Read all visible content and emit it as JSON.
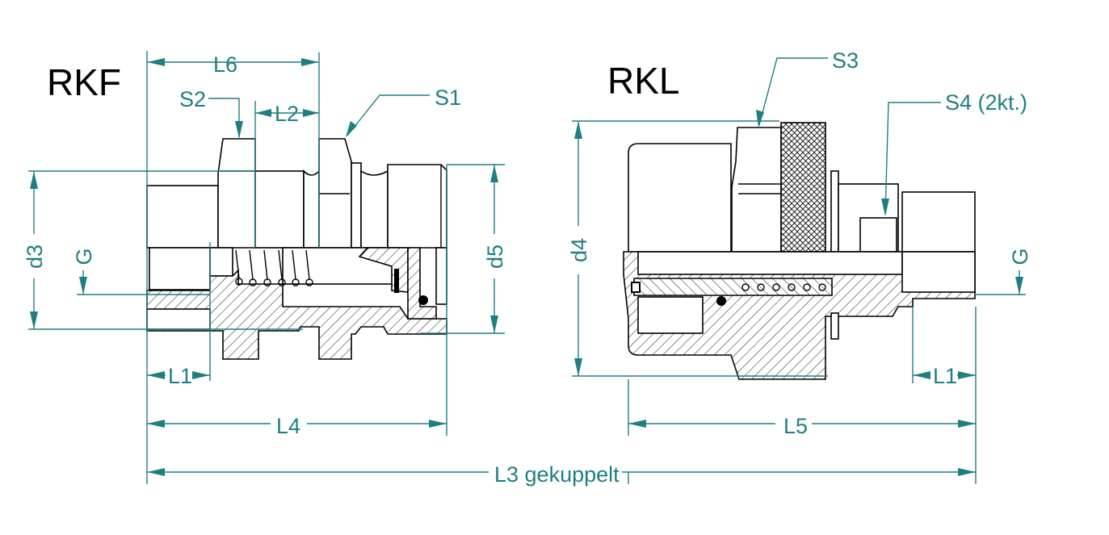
{
  "titles": {
    "left": "RKF",
    "right": "RKL"
  },
  "labels": {
    "l6": "L6",
    "s2": "S2",
    "l2": "L2",
    "s1": "S1",
    "d3": "d3",
    "g_left": "G",
    "d5": "d5",
    "l1_left": "L1",
    "l4": "L4",
    "s3": "S3",
    "s4": "S4 (2kt.)",
    "d4": "d4",
    "g_right": "G",
    "l1_right": "L1",
    "l5": "L5",
    "l3": "L3 gekuppelt"
  },
  "colors": {
    "dimension": "#1f7f80",
    "outline": "#000000"
  }
}
